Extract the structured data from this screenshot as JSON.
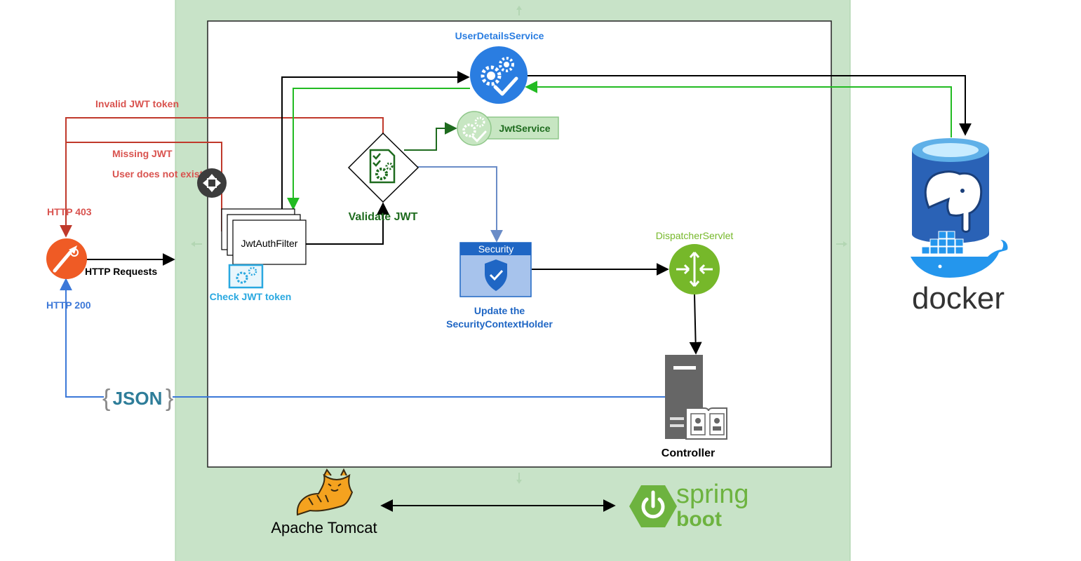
{
  "labels": {
    "user_details_service": "UserDetailsService",
    "jwt_service": "JwtService",
    "invalid_jwt": "Invalid JWT token",
    "missing_jwt": "Missing JWT",
    "user_not_exist": "User does not exist",
    "http_403": "HTTP 403",
    "http_200": "HTTP 200",
    "http_requests": "HTTP Requests",
    "jwt_auth_filter": "JwtAuthFilter",
    "check_jwt": "Check JWT token",
    "validate_jwt": "Validate JWT",
    "security": "Security",
    "update_line1": "Update the",
    "update_line2": "SecurityContextHolder",
    "dispatcher": "DispatcherServlet",
    "controller": "Controller",
    "json": "JSON",
    "docker": "docker",
    "tomcat": "Apache Tomcat",
    "spring_line1": "spring",
    "spring_line2": "boot"
  },
  "colors": {
    "container_green": "#c8e3c8",
    "error_red": "#c0392b",
    "label_red": "#d9534f",
    "success_blue": "#3c78d8",
    "flow_green": "#22bb22",
    "dark_green": "#1e6b1e",
    "service_blue": "#2a7de1",
    "security_blue": "#1f66c4",
    "dispatcher_green": "#76b82a",
    "postgres_blue": "#2a62b6",
    "docker_blue": "#2496ed",
    "spring_green": "#6db33f",
    "json_teal": "#2e7d99"
  },
  "icons": [
    "gears-check-icon",
    "small-gears-icon",
    "move-handle-icon",
    "postman-icon",
    "filter-gear-icon",
    "validate-document-icon",
    "security-shield-icon",
    "router-arrows-icon",
    "server-book-icon",
    "postgres-elephant-icon",
    "docker-whale-icon",
    "tomcat-cat-icon",
    "spring-power-icon"
  ]
}
